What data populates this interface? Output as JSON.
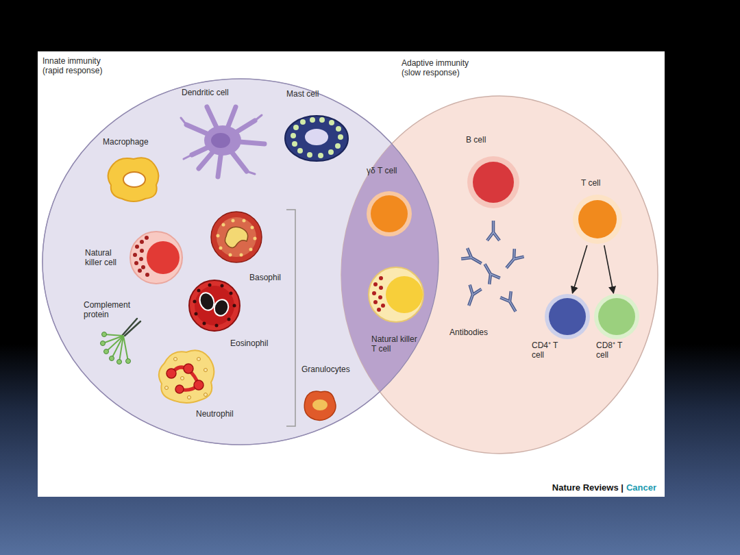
{
  "diagram": {
    "nodes": [
      {
        "text": [
          "Innate immunity (rapid response)"
        ]
      },
      {
        "text": [
          "Dendritic cell"
        ],
        "in": 0
      },
      {
        "text": [
          "Mast cell"
        ],
        "in": 0
      },
      {
        "text": [
          "Macrophage"
        ],
        "in": 0
      },
      {
        "text": [
          "Natural killer cell"
        ],
        "in": 0
      },
      {
        "text": [
          "Basophil"
        ],
        "in": 0
      },
      {
        "text": [
          "Complement protein"
        ],
        "in": 0
      },
      {
        "text": [
          "Eosinophil"
        ],
        "in": 0
      },
      {
        "text": [
          "Neutrophil"
        ],
        "in": 0
      },
      {
        "text": [
          "Granulocytes"
        ],
        "in": 0
      },
      {
        "text": [
          "Adaptive immunity (slow response)"
        ]
      },
      {
        "text": [
          "γδ T cell"
        ]
      },
      {
        "text": [
          "Natural killer T cell"
        ]
      },
      {
        "text": [
          "B cell"
        ],
        "in": 10
      },
      {
        "text": [
          "Antibodies"
        ],
        "in": 10
      },
      {
        "text": [
          "T cell"
        ],
        "in": 10
      },
      {
        "text": [
          "CD4⁺ T cell"
        ],
        "in": 10
      },
      {
        "text": [
          "CD8⁺ T cell"
        ],
        "in": 10
      }
    ],
    "edges": [
      {
        "from": 15,
        "to": 16,
        "arrow": "to"
      },
      {
        "from": 15,
        "to": 17,
        "arrow": "to"
      }
    ],
    "labels": [
      "Nature Reviews |",
      "Cancer"
    ]
  }
}
